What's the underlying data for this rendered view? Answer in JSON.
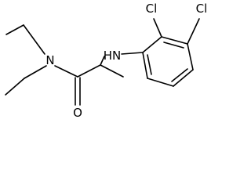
{
  "molecule": {
    "atoms": {
      "n_amide": "N",
      "o_carbonyl": "O",
      "nh_amine": "HN",
      "cl_2": "Cl",
      "cl_3": "Cl"
    },
    "colors": {
      "bond": "#000000",
      "label": "#000000",
      "background": "#ffffff"
    }
  }
}
